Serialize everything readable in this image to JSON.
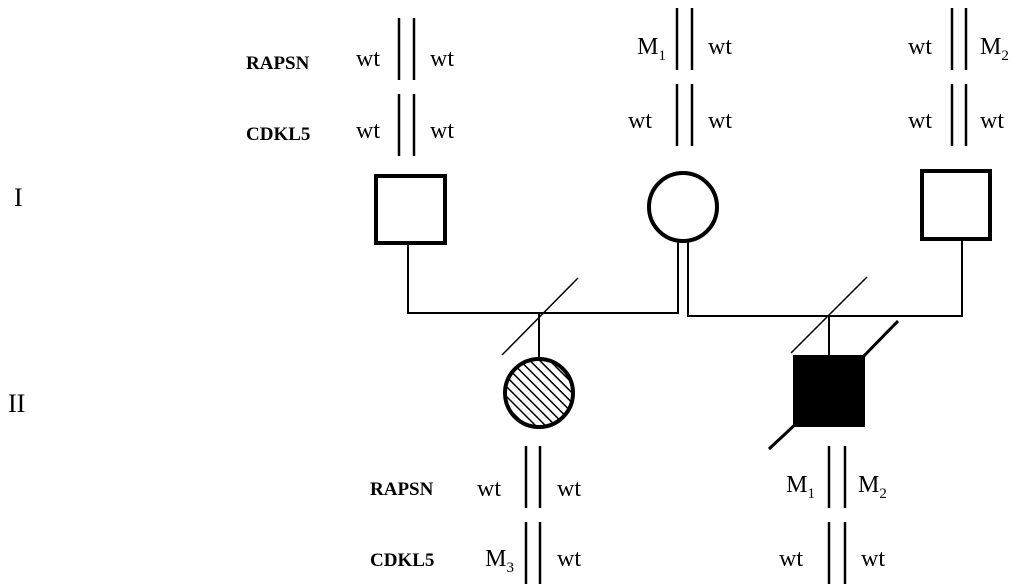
{
  "generations": [
    "I",
    "II"
  ],
  "genes": {
    "rapsn": "RAPSN",
    "cdkl5": "CDKL5"
  },
  "individuals": {
    "father1": {
      "rapsn": {
        "left": {
          "base": "wt",
          "sub": ""
        },
        "right": {
          "base": "wt",
          "sub": ""
        }
      },
      "cdkl5": {
        "left": {
          "base": "wt",
          "sub": ""
        },
        "right": {
          "base": "wt",
          "sub": ""
        }
      }
    },
    "mother": {
      "rapsn": {
        "left": {
          "base": "M",
          "sub": "1"
        },
        "right": {
          "base": "wt",
          "sub": ""
        }
      },
      "cdkl5": {
        "left": {
          "base": "wt",
          "sub": ""
        },
        "right": {
          "base": "wt",
          "sub": ""
        }
      }
    },
    "father2": {
      "rapsn": {
        "left": {
          "base": "wt",
          "sub": ""
        },
        "right": {
          "base": "M",
          "sub": "2"
        }
      },
      "cdkl5": {
        "left": {
          "base": "wt",
          "sub": ""
        },
        "right": {
          "base": "wt",
          "sub": ""
        }
      }
    },
    "daughter": {
      "rapsn": {
        "left": {
          "base": "wt",
          "sub": ""
        },
        "right": {
          "base": "wt",
          "sub": ""
        }
      },
      "cdkl5": {
        "left": {
          "base": "M",
          "sub": "3"
        },
        "right": {
          "base": "wt",
          "sub": ""
        }
      }
    },
    "son": {
      "rapsn": {
        "left": {
          "base": "M",
          "sub": "1"
        },
        "right": {
          "base": "M",
          "sub": "2"
        }
      },
      "cdkl5": {
        "left": {
          "base": "wt",
          "sub": ""
        },
        "right": {
          "base": "wt",
          "sub": ""
        }
      }
    }
  }
}
